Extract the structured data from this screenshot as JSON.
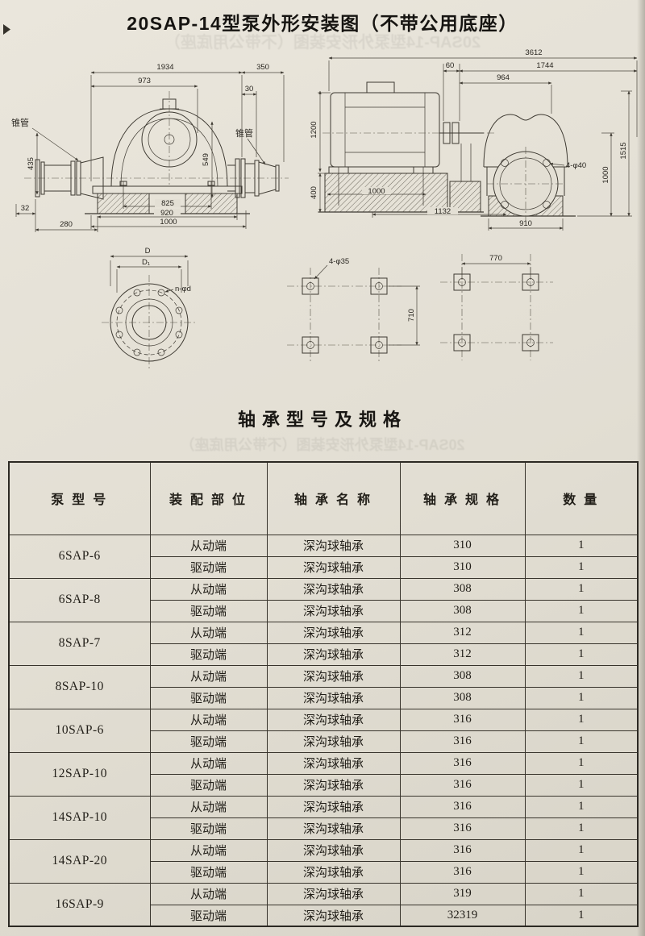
{
  "page": {
    "title": "20SAP-14型泵外形安装图（不带公用底座）",
    "section_title": "轴承型号及规格"
  },
  "drawing": {
    "side_view": {
      "dim_1934": "1934",
      "dim_973": "973",
      "dim_350": "350",
      "dim_30": "30",
      "label_taper_left": "锥管",
      "label_taper_right": "锥管",
      "dim_435": "435",
      "dim_549": "549",
      "dim_32": "32",
      "dim_280": "280",
      "dim_825": "825",
      "dim_920": "920",
      "dim_1000": "1000"
    },
    "end_view": {
      "dim_3612": "3612",
      "dim_60": "60",
      "dim_1744": "1744",
      "dim_964": "964",
      "dim_1200": "1200",
      "dim_400": "400",
      "dim_1000_h": "1000",
      "dim_1132": "1132",
      "dim_910": "910",
      "dim_1515": "1515",
      "dim_1000_v": "1000",
      "label_holes": "4-φ40"
    },
    "flange_detail": {
      "dim_D": "D",
      "dim_D1": "D₁",
      "label_holes": "n-φd"
    },
    "anchor_detail_left": {
      "label_holes": "4-φ35",
      "dim_710": "710"
    },
    "anchor_detail_right": {
      "dim_770": "770"
    }
  },
  "table": {
    "headers": [
      "泵 型 号",
      "装 配 部 位",
      "轴 承 名 称",
      "轴 承 规 格",
      "数 量"
    ],
    "rows": [
      {
        "model": "6SAP-6",
        "sub": [
          [
            "从动端",
            "深沟球轴承",
            "310",
            "1"
          ],
          [
            "驱动端",
            "深沟球轴承",
            "310",
            "1"
          ]
        ]
      },
      {
        "model": "6SAP-8",
        "sub": [
          [
            "从动端",
            "深沟球轴承",
            "308",
            "1"
          ],
          [
            "驱动端",
            "深沟球轴承",
            "308",
            "1"
          ]
        ]
      },
      {
        "model": "8SAP-7",
        "sub": [
          [
            "从动端",
            "深沟球轴承",
            "312",
            "1"
          ],
          [
            "驱动端",
            "深沟球轴承",
            "312",
            "1"
          ]
        ]
      },
      {
        "model": "8SAP-10",
        "sub": [
          [
            "从动端",
            "深沟球轴承",
            "308",
            "1"
          ],
          [
            "驱动端",
            "深沟球轴承",
            "308",
            "1"
          ]
        ]
      },
      {
        "model": "10SAP-6",
        "sub": [
          [
            "从动端",
            "深沟球轴承",
            "316",
            "1"
          ],
          [
            "驱动端",
            "深沟球轴承",
            "316",
            "1"
          ]
        ]
      },
      {
        "model": "12SAP-10",
        "sub": [
          [
            "从动端",
            "深沟球轴承",
            "316",
            "1"
          ],
          [
            "驱动端",
            "深沟球轴承",
            "316",
            "1"
          ]
        ]
      },
      {
        "model": "14SAP-10",
        "sub": [
          [
            "从动端",
            "深沟球轴承",
            "316",
            "1"
          ],
          [
            "驱动端",
            "深沟球轴承",
            "316",
            "1"
          ]
        ]
      },
      {
        "model": "14SAP-20",
        "sub": [
          [
            "从动端",
            "深沟球轴承",
            "316",
            "1"
          ],
          [
            "驱动端",
            "深沟球轴承",
            "316",
            "1"
          ]
        ]
      },
      {
        "model": "16SAP-9",
        "sub": [
          [
            "从动端",
            "深沟球轴承",
            "319",
            "1"
          ],
          [
            "驱动端",
            "深沟球轴承",
            "32319",
            "1"
          ]
        ]
      }
    ]
  }
}
